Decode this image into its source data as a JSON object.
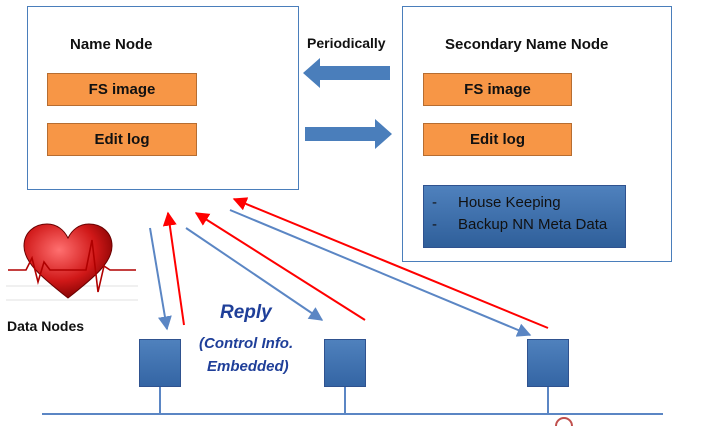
{
  "name_node": {
    "title": "Name Node",
    "fs_image": "FS image",
    "edit_log": "Edit log"
  },
  "secondary_name_node": {
    "title": "Secondary Name Node",
    "fs_image": "FS image",
    "edit_log": "Edit log",
    "tasks": [
      {
        "dash": "-",
        "text": "House Keeping"
      },
      {
        "dash": "-",
        "text": "Backup NN Meta Data"
      }
    ]
  },
  "periodically_label": "Periodically",
  "data_nodes_label": "Data Nodes",
  "reply": {
    "title": "Reply",
    "line1": "(Control Info.",
    "line2": "Embedded)"
  },
  "colors": {
    "panel_border": "#4a7ebb",
    "orange_box": "#f79646",
    "blue_box": "#4f81bd",
    "red_arrow": "#ff0000",
    "blue_arrow": "#5b86c4",
    "reply_text": "#1f3f99"
  },
  "icons": {
    "heartbeat": "heart-ecg-icon"
  }
}
